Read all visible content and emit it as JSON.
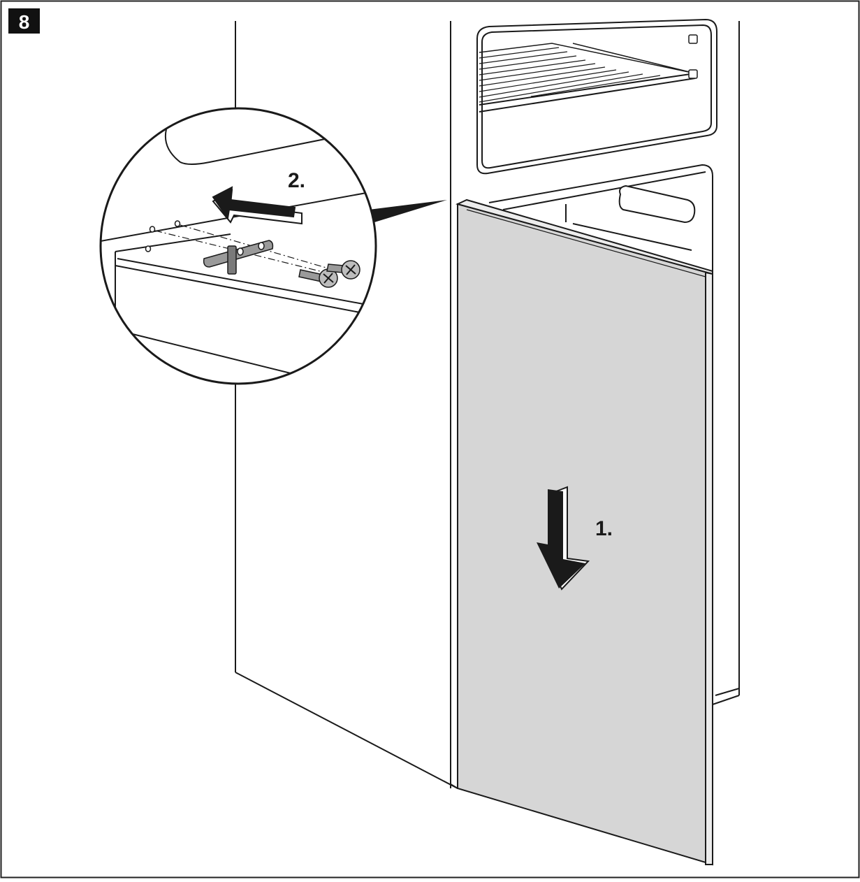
{
  "figure": {
    "step_badge": "8",
    "step_1_label": "1.",
    "step_2_label": "2.",
    "colors": {
      "door_panel": "#d6d6d6",
      "door_edge": "#ececec",
      "line": "#1a1a1a",
      "badge_bg": "#111111",
      "badge_text": "#ffffff",
      "arrow_fill": "#1a1a1a",
      "hinge_fill": "#8c8c8c"
    }
  }
}
